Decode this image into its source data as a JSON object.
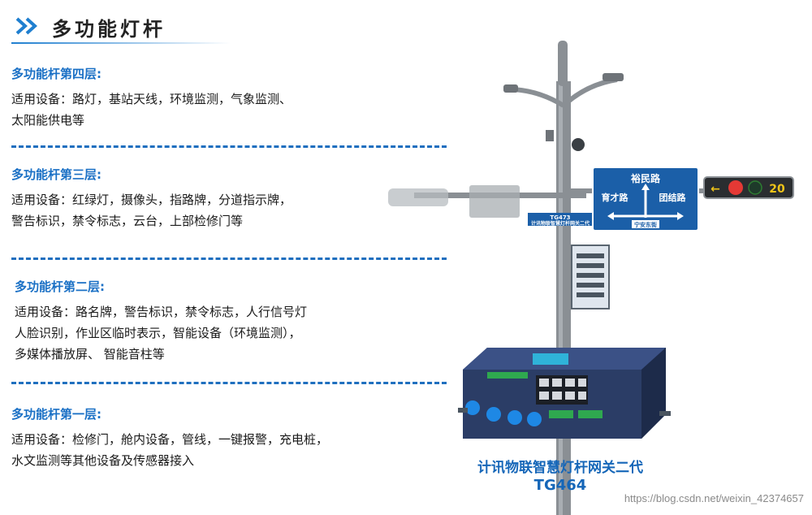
{
  "header": {
    "title": "多功能灯杆",
    "accent_color": "#1f7fd0",
    "icon": "double-chevron-right-icon"
  },
  "sections": [
    {
      "heading": "多功能杆第四层:",
      "lines": [
        "适用设备：路灯，基站天线，环境监测，气象监测、",
        "太阳能供电等"
      ]
    },
    {
      "heading": "多功能杆第三层:",
      "lines": [
        "适用设备：红绿灯，摄像头，指路牌，分道指示牌，",
        "警告标识，禁令标志，云台，上部检修门等"
      ]
    },
    {
      "heading": "多功能杆第二层:",
      "lines": [
        "适用设备：路名牌，警告标识，禁令标志，人行信号灯",
        "人脸识别，作业区临时表示，智能设备（环境监测），",
        "多媒体播放屏、 智能音柱等"
      ]
    },
    {
      "heading": "多功能杆第一层:",
      "lines": [
        "适用设备：检修门，舱内设备，管线，一键报警，充电桩，",
        "水文监测等其他设备及传感器接入"
      ]
    }
  ],
  "street_sign": {
    "top_road": "裕民路",
    "left_road": "育才路",
    "right_road": "团结路",
    "bottom_label": "宁安东街",
    "color": "#1b5fa8"
  },
  "traffic_light": {
    "countdown": "20"
  },
  "pole_label": {
    "model": "TG473",
    "caption": "计讯物联智慧灯杆网关二代"
  },
  "product": {
    "name": "计讯物联智慧灯杆网关二代",
    "model": "TG464"
  },
  "watermark": "https://blog.csdn.net/weixin_42374657"
}
